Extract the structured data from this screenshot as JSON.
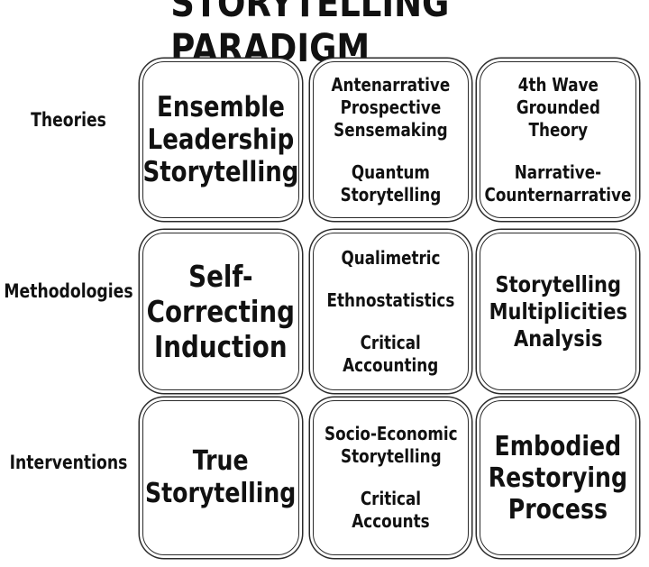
{
  "title": "STORYTELLING PARADIGM",
  "rows": [
    {
      "label": "Theories",
      "cells": [
        {
          "lines": [
            "Ensemble",
            "Leadership",
            "Storytelling"
          ]
        },
        {
          "groups": [
            [
              "Antenarrative",
              "Prospective",
              "Sensemaking"
            ],
            [
              "Quantum",
              "Storytelling"
            ]
          ]
        },
        {
          "groups": [
            [
              "4th Wave",
              "Grounded",
              "Theory"
            ],
            [
              "Narrative-",
              "Counternarrative"
            ]
          ]
        }
      ]
    },
    {
      "label": "Methodologies",
      "cells": [
        {
          "lines": [
            "Self-",
            "Correcting",
            "Induction"
          ]
        },
        {
          "groups": [
            [
              "Qualimetric"
            ],
            [
              "Ethnostatistics"
            ],
            [
              "Critical",
              "Accounting"
            ]
          ]
        },
        {
          "lines": [
            "Storytelling",
            "Multiplicities",
            "Analysis"
          ]
        }
      ]
    },
    {
      "label": "Interventions",
      "cells": [
        {
          "lines": [
            "True",
            "Storytelling"
          ]
        },
        {
          "groups": [
            [
              "Socio-Economic",
              "Storytelling"
            ],
            [
              "Critical",
              "Accounts"
            ]
          ]
        },
        {
          "lines": [
            "Embodied",
            "Restorying",
            "Process"
          ]
        }
      ]
    }
  ]
}
